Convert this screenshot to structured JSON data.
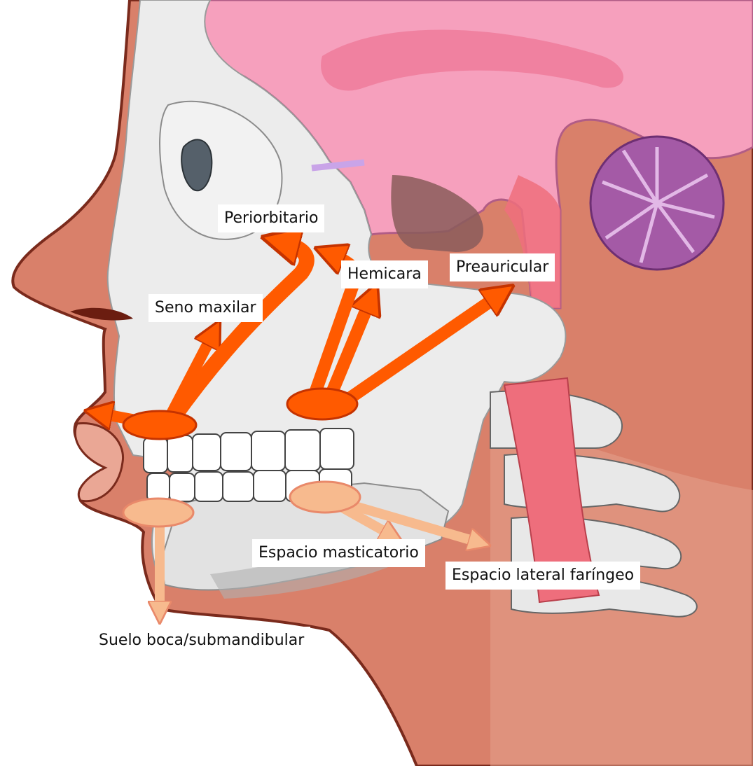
{
  "labels": {
    "periorbitario": "Periorbitario",
    "hemicara": "Hemicara",
    "preauricular": "Preauricular",
    "seno_maxilar": "Seno maxilar",
    "espacio_masticatorio": "Espacio masticatorio",
    "espacio_lateral_faringeo": "Espacio lateral faríngeo",
    "suelo_boca": "Suelo boca/submandibular"
  },
  "colors": {
    "upper_spread": "#ff5a00",
    "upper_spread_outline": "#c53300",
    "lower_spread": "#f7ba8e",
    "lower_spread_outline": "#e9896a",
    "skin": "#d9806a",
    "skin_outline": "#7a2a1c",
    "brain": "#f6a0bd",
    "cerebellum": "#a45aa6",
    "bone": "#ececec",
    "pharynx": "#ee6e7c"
  }
}
